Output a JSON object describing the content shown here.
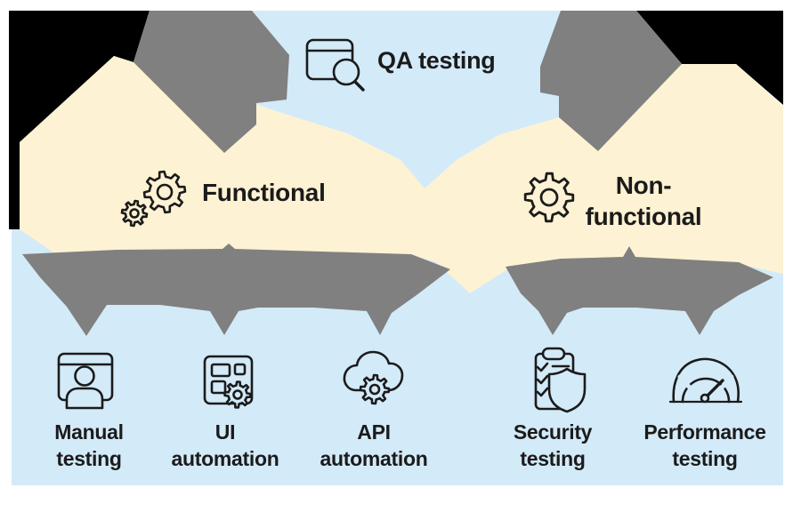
{
  "diagram": {
    "title_node": {
      "label": "QA testing",
      "icon": "browser-search-icon"
    },
    "level2": {
      "functional": {
        "label": "Functional",
        "icon": "double-gear-icon"
      },
      "nonfunctional": {
        "line1": "Non-",
        "line2": "functional",
        "icon": "gear-icon"
      }
    },
    "leaves": [
      {
        "line1": "Manual",
        "line2": "testing",
        "icon": "browser-user-icon"
      },
      {
        "line1": "UI",
        "line2": "automation",
        "icon": "wireframe-gear-icon"
      },
      {
        "line1": "API",
        "line2": "automation",
        "icon": "cloud-gear-icon"
      },
      {
        "line1": "Security",
        "line2": "testing",
        "icon": "clipboard-shield-icon"
      },
      {
        "line1": "Performance",
        "line2": "testing",
        "icon": "speedometer-icon"
      }
    ],
    "colors": {
      "blue": "#d3eaf8",
      "cream": "#fdf2d3",
      "gray": "#808080",
      "black": "#000000",
      "ink": "#1b1b1b",
      "page": "#ffffff"
    }
  }
}
